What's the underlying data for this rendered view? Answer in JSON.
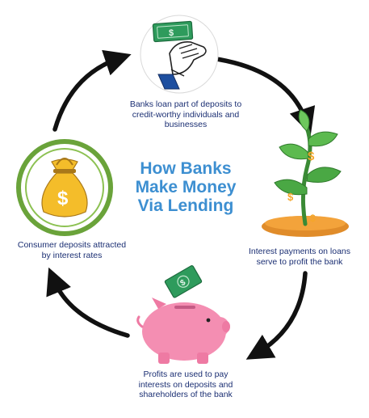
{
  "title": "How Banks\nMake Money\nVia Lending",
  "steps": {
    "top": "Banks loan part of deposits to\ncredit-worthy individuals and\nbusinesses",
    "right": "Interest payments on loans\nserve to profit the bank",
    "bottom": "Profits are used to pay\ninterests on deposits and\nshareholders of the bank",
    "left": "Consumer deposits attracted\nby interest rates"
  },
  "icon_text": {
    "dollar": "$"
  },
  "icons": {
    "top": "hand-giving-cash-icon",
    "right": "money-plant-icon",
    "bottom": "piggy-bank-icon",
    "left": "money-bag-icon"
  },
  "colors": {
    "arrow": "#111111",
    "title": "#3d8fd1",
    "caption": "#1b2f73",
    "cash_green": "#2e9b5c",
    "piggy_pink": "#f48eb2",
    "bag_gold": "#f4bd2a",
    "ring_green": "#6aa33a"
  }
}
